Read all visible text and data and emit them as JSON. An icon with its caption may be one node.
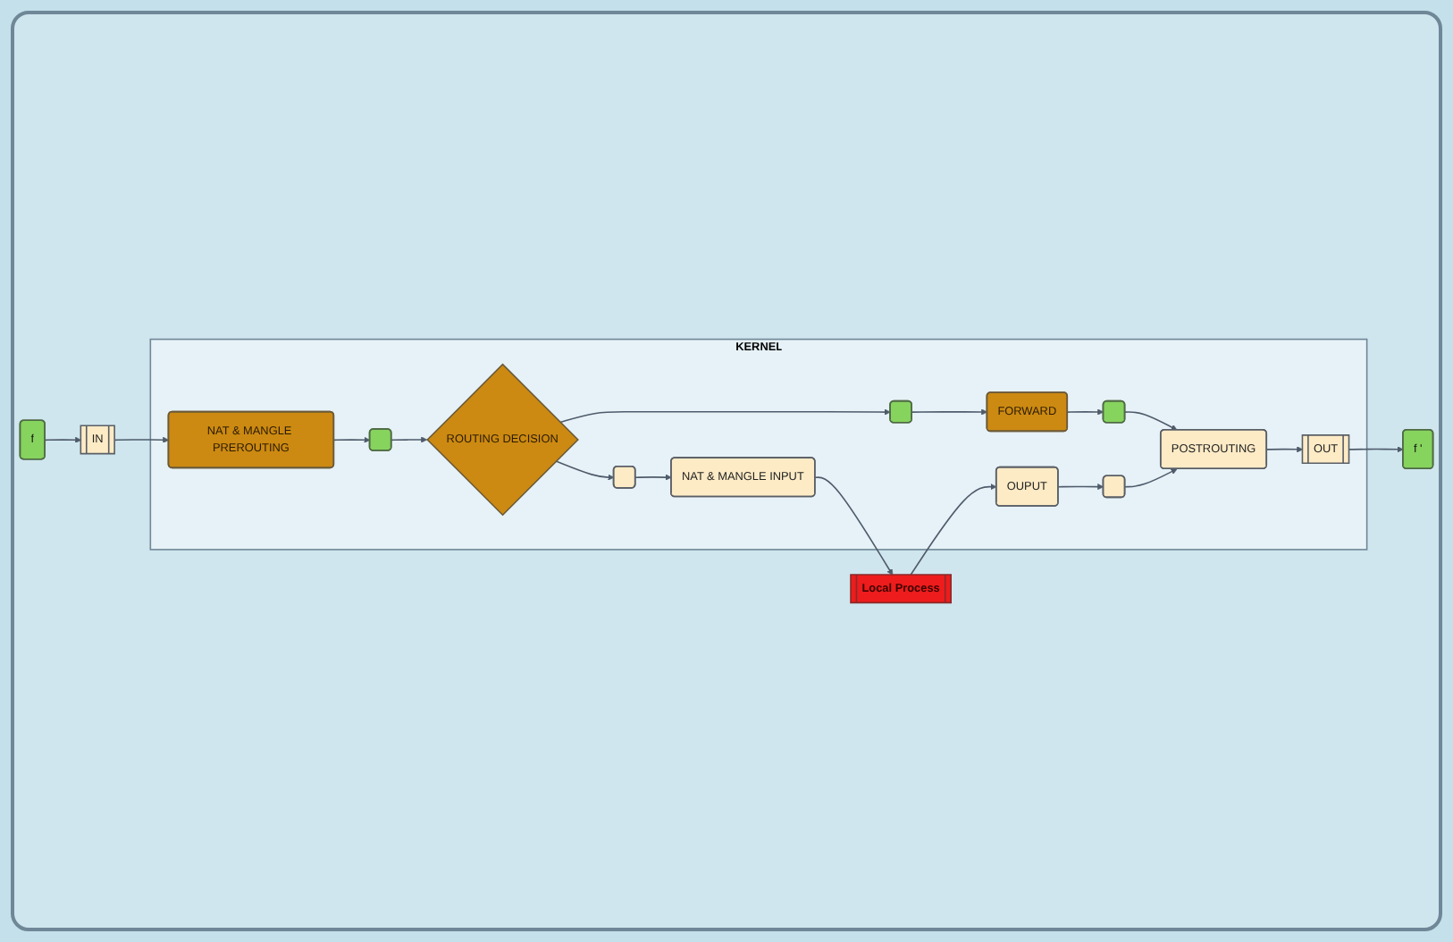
{
  "diagram": {
    "nodes": [
      {
        "text": [
          "KERNEL"
        ]
      },
      {
        "text": [
          "f"
        ]
      },
      {
        "text": [
          "IN"
        ]
      },
      {
        "text": [
          "NAT & MANGLE PREROUTING"
        ],
        "in": 0
      },
      {
        "text": [],
        "shape": "box",
        "in": 0
      },
      {
        "text": [
          "ROUTING DECISION"
        ],
        "in": 0
      },
      {
        "text": [],
        "shape": "box",
        "in": 0
      },
      {
        "text": [
          "FORWARD"
        ],
        "in": 0
      },
      {
        "text": [],
        "shape": "box",
        "in": 0
      },
      {
        "text": [
          "POSTROUTING"
        ],
        "in": 0
      },
      {
        "text": [
          "OUT"
        ],
        "in": 0
      },
      {
        "text": [
          "f '"
        ]
      },
      {
        "text": [],
        "shape": "box",
        "in": 0
      },
      {
        "text": [
          "NAT & MANGLE INPUT"
        ],
        "in": 0
      },
      {
        "text": [],
        "shape": "box",
        "in": 0
      },
      {
        "text": [
          "OUPUT"
        ],
        "in": 0
      },
      {
        "text": [
          "Local Process"
        ]
      }
    ],
    "edges": [
      {
        "from": 1,
        "to": 2,
        "arrow": "to"
      },
      {
        "from": 2,
        "to": 3,
        "arrow": "to"
      },
      {
        "from": 3,
        "to": 4,
        "arrow": "to"
      },
      {
        "from": 4,
        "to": 5,
        "arrow": "to"
      },
      {
        "from": 5,
        "to": 6,
        "arrow": "to"
      },
      {
        "from": 6,
        "to": 7,
        "arrow": "to"
      },
      {
        "from": 7,
        "to": 8,
        "arrow": "to"
      },
      {
        "from": 8,
        "to": 9,
        "arrow": "to"
      },
      {
        "from": 9,
        "to": 10,
        "arrow": "to"
      },
      {
        "from": 10,
        "to": 11,
        "arrow": "to"
      },
      {
        "from": 5,
        "to": 12,
        "arrow": "to"
      },
      {
        "from": 12,
        "to": 13,
        "arrow": "to"
      },
      {
        "from": 13,
        "to": 16,
        "arrow": "to"
      },
      {
        "from": 16,
        "to": 15,
        "arrow": "to"
      },
      {
        "from": 15,
        "to": 14,
        "arrow": "to"
      },
      {
        "from": 14,
        "to": 9,
        "arrow": "to"
      }
    ]
  }
}
